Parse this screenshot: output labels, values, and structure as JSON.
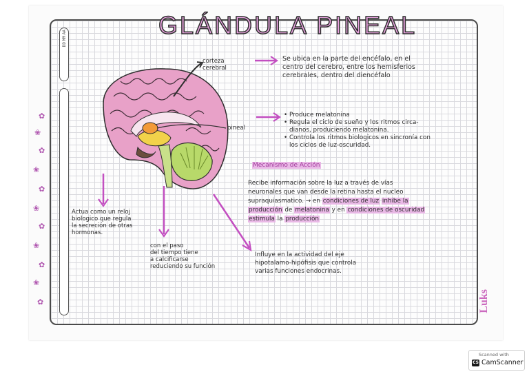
{
  "title": "GLÁNDULA PINEAL",
  "margin_tab": [
    "DD",
    "MM",
    "AA"
  ],
  "brain_labels": {
    "corteza": [
      "corteza",
      "cerebral"
    ],
    "pineal": "pineal"
  },
  "location": [
    "Se ubica en la parte del encéfalo, en el",
    "centro del cerebro, entre los hemisferios",
    "cerebrales, dentro del diencéfalo"
  ],
  "functions": [
    "Produce melatonina",
    "Regula el ciclo de sueño y los ritmos circa-",
    "dianos, produciendo melatonina.",
    "Controla los ritmos biologicos en sincronía con",
    "los ciclos de luz-oscuridad."
  ],
  "mechanism_heading": "Mecanismo de Acción",
  "mechanism": {
    "l1": "Recibe información sobre la luz a través de vías",
    "l2": "neuronales que van desde la retina hasta el nucleo",
    "l3_a": "supraquiasmatico. → en",
    "l3_hl1": "condiciones de luz",
    "l3_hl2": "inhibe la",
    "l4_hl1": "producción",
    "l4_b": "de",
    "l4_hl2": "melatonina",
    "l4_c": "y en",
    "l4_hl3": "condiciones de oscuridad",
    "l5_hl1": "estimula",
    "l5_b": "la",
    "l5_hl2": "producción"
  },
  "left_note": [
    "Actua como un reloj",
    "biologico que regula",
    "la secreción de otras",
    "hormonas."
  ],
  "middle_note": [
    "con el paso",
    "del tiempo tiene",
    "a calcificarse",
    "reduciendo su función"
  ],
  "right_note": [
    "Influye en la actividad del eje",
    "hipotalamo-hipófisis que controla",
    "varias funciones endocrinas."
  ],
  "signature": "Luks",
  "scanner": {
    "top": "Scanned with",
    "logo": "CS",
    "name": "CamScanner"
  },
  "colors": {
    "pink": "#e9b8e6",
    "magenta": "#c34fc1",
    "ink": "#2f2f2f",
    "brain": "#e8a1c8"
  }
}
